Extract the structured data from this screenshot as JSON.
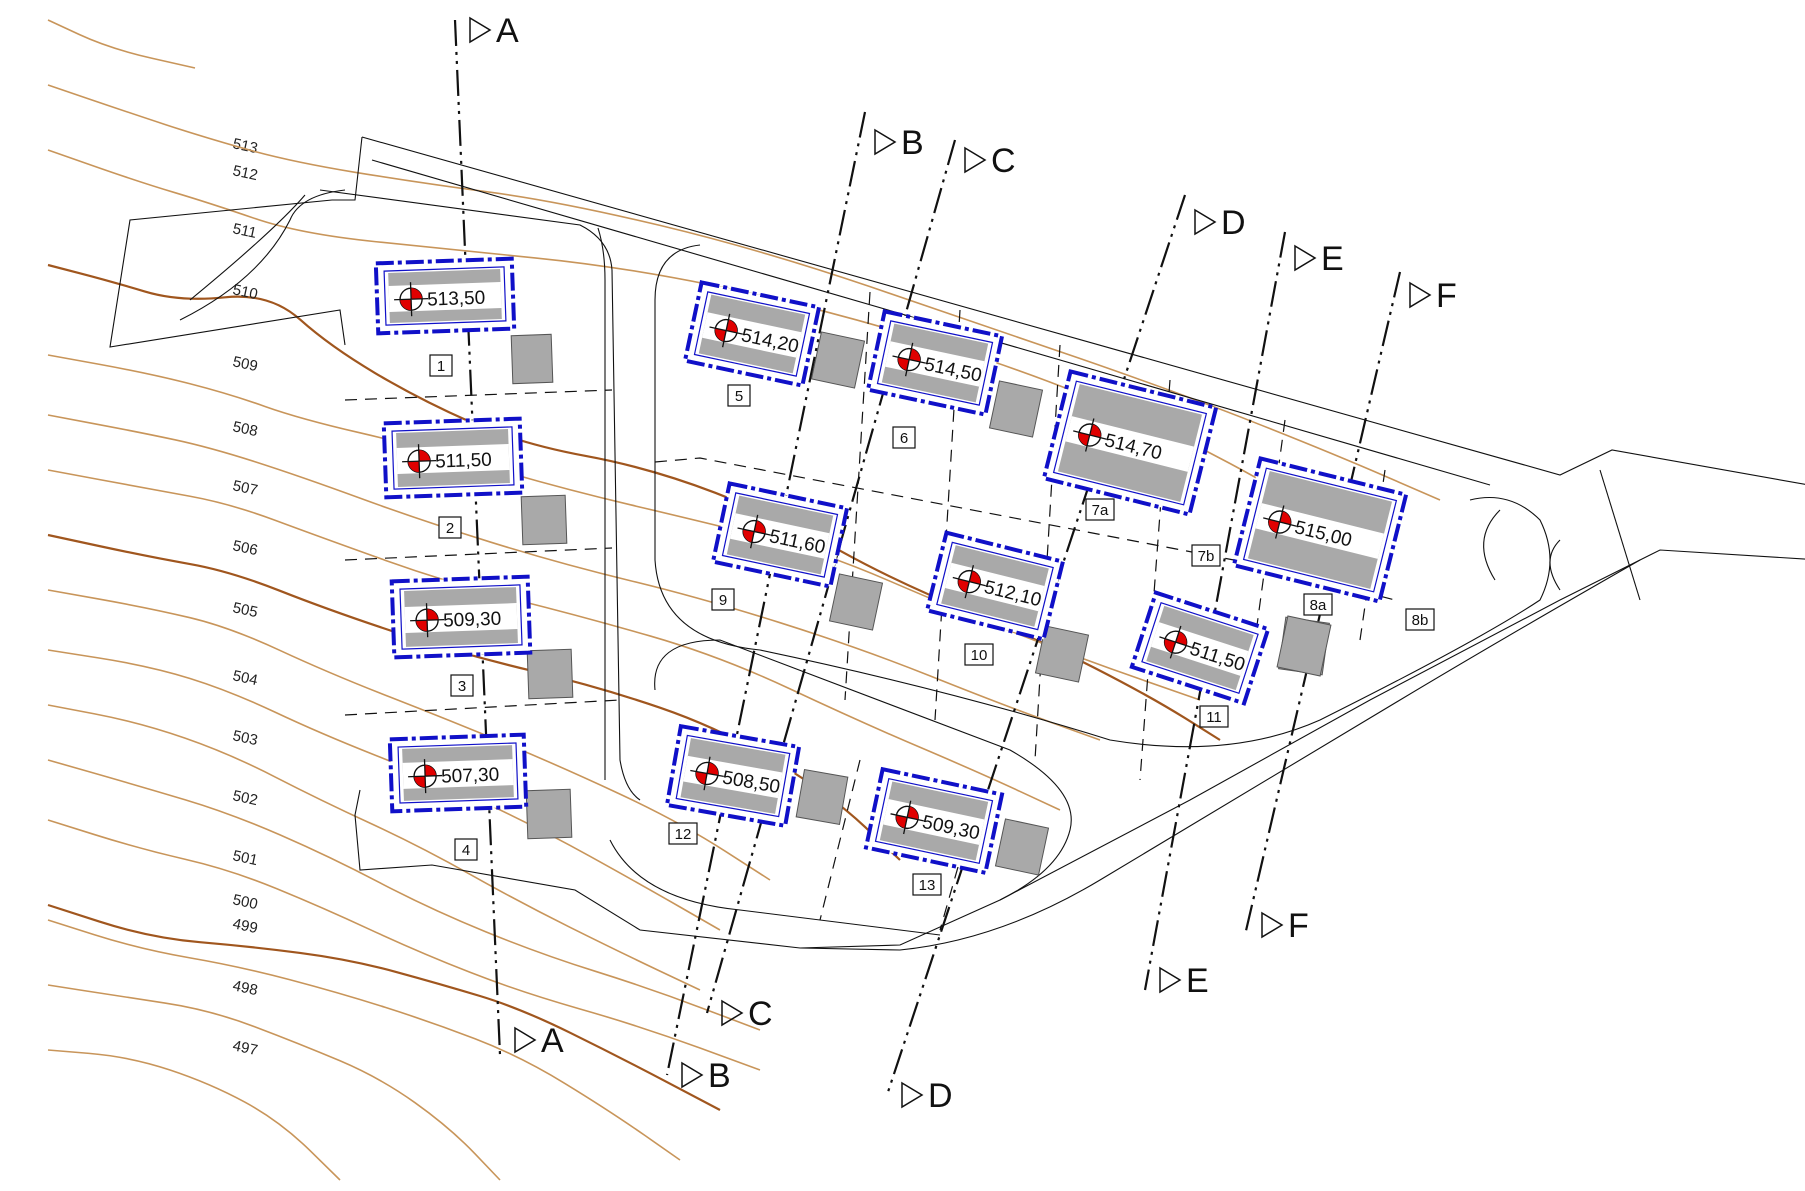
{
  "contours": [
    {
      "elevation": "513",
      "label": "513",
      "major": false
    },
    {
      "elevation": "512",
      "label": "512",
      "major": false
    },
    {
      "elevation": "511",
      "label": "511",
      "major": false
    },
    {
      "elevation": "510",
      "label": "510",
      "major": true
    },
    {
      "elevation": "509",
      "label": "509",
      "major": false
    },
    {
      "elevation": "508",
      "label": "508",
      "major": false
    },
    {
      "elevation": "507",
      "label": "507",
      "major": false
    },
    {
      "elevation": "506",
      "label": "506",
      "major": true
    },
    {
      "elevation": "505",
      "label": "505",
      "major": false
    },
    {
      "elevation": "504",
      "label": "504",
      "major": false
    },
    {
      "elevation": "503",
      "label": "503",
      "major": false
    },
    {
      "elevation": "502",
      "label": "502",
      "major": false
    },
    {
      "elevation": "501",
      "label": "501",
      "major": false
    },
    {
      "elevation": "500",
      "label": "500",
      "major": true
    },
    {
      "elevation": "499",
      "label": "499",
      "major": false
    },
    {
      "elevation": "498",
      "label": "498",
      "major": false
    },
    {
      "elevation": "497",
      "label": "497",
      "major": false
    }
  ],
  "plots": [
    {
      "number": "1",
      "elevation": "513,50"
    },
    {
      "number": "2",
      "elevation": "511,50"
    },
    {
      "number": "3",
      "elevation": "509,30"
    },
    {
      "number": "4",
      "elevation": "507,30"
    },
    {
      "number": "5",
      "elevation": "514,20"
    },
    {
      "number": "6",
      "elevation": "514,50"
    },
    {
      "number": "7a",
      "elevation": "514,70"
    },
    {
      "number": "7b",
      "elevation": ""
    },
    {
      "number": "8a",
      "elevation": "515,00"
    },
    {
      "number": "8b",
      "elevation": ""
    },
    {
      "number": "9",
      "elevation": "511,60"
    },
    {
      "number": "10",
      "elevation": "512,10"
    },
    {
      "number": "11",
      "elevation": "511,50"
    },
    {
      "number": "12",
      "elevation": "508,50"
    },
    {
      "number": "13",
      "elevation": "509,30"
    }
  ],
  "sections": [
    {
      "id": "A",
      "start_label": "A",
      "end_label": "A"
    },
    {
      "id": "B",
      "start_label": "B",
      "end_label": "B"
    },
    {
      "id": "C",
      "start_label": "C",
      "end_label": "C"
    },
    {
      "id": "D",
      "start_label": "D",
      "end_label": "D"
    },
    {
      "id": "E",
      "start_label": "E",
      "end_label": "E"
    },
    {
      "id": "F",
      "start_label": "F",
      "end_label": "F"
    }
  ],
  "colors": {
    "contour_minor": "#c8955a",
    "contour_major": "#a0561e",
    "house_outline": "#1010c8",
    "house_fill": "#a9a9a9",
    "benchmark": "#e00000"
  }
}
